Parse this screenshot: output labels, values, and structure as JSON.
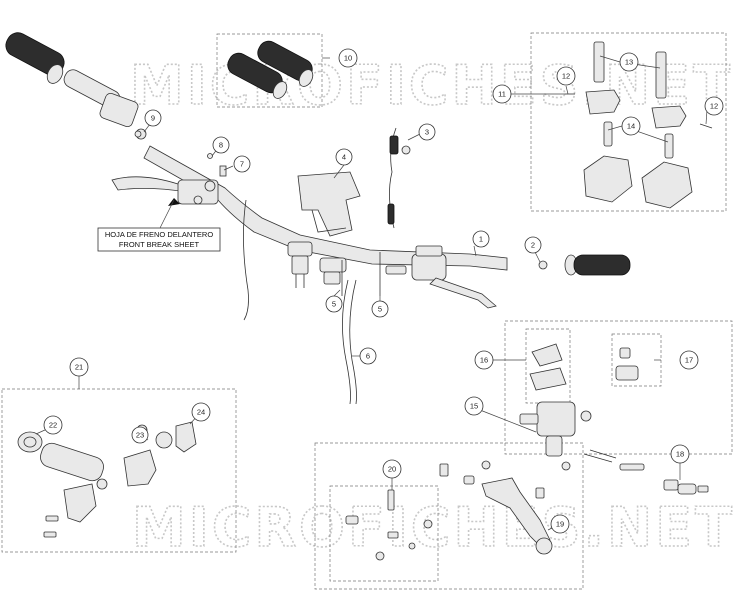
{
  "watermark": {
    "top": "MICROFICHES.NET",
    "bottom": "MICROFICHES.NET"
  },
  "reference_note": {
    "line1": "HOJA DE FRENO DELANTERO",
    "line2": "FRONT BREAK SHEET"
  },
  "callouts": {
    "c1": "1",
    "c2": "2",
    "c3": "3",
    "c4": "4",
    "c5a": "5",
    "c5b": "5",
    "c6": "6",
    "c7": "7",
    "c8": "8",
    "c9": "9",
    "c10": "10",
    "c11": "11",
    "c12a": "12",
    "c12b": "12",
    "c13": "13",
    "c14": "14",
    "c15": "15",
    "c16": "16",
    "c17": "17",
    "c18": "18",
    "c19": "19",
    "c20": "20",
    "c21": "21",
    "c22": "22",
    "c23": "23",
    "c24": "24"
  }
}
